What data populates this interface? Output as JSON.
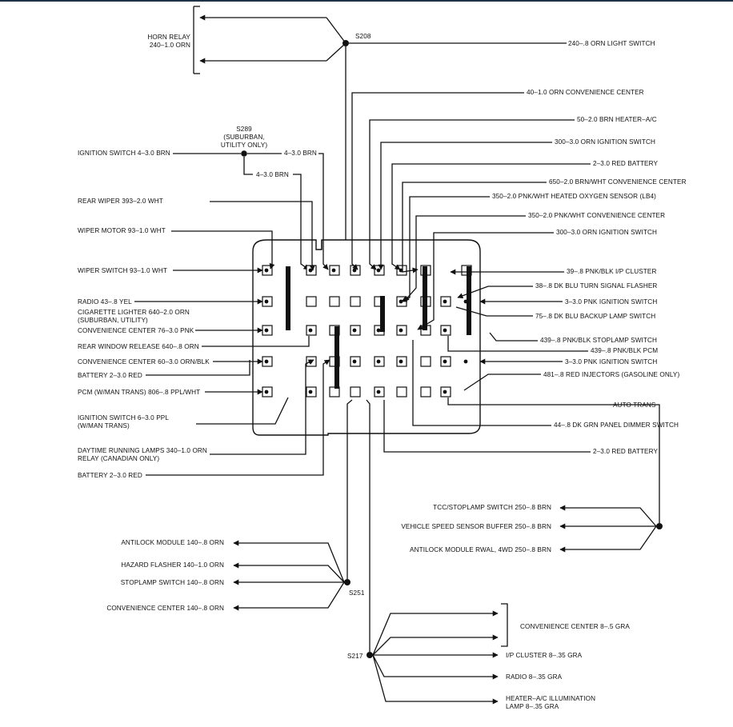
{
  "splices": {
    "s208": "S208",
    "s289": "S289",
    "s289_note_1": "(SUBURBAN,",
    "s289_note_2": "UTILITY ONLY)",
    "s251": "S251",
    "s217": "S217"
  },
  "top_left": {
    "horn_relay_1": "HORN RELAY",
    "horn_relay_2": "240–1.0 ORN",
    "ign_switch": "IGNITION SWITCH 4–3.0 BRN",
    "mid_4_brn_a": "4–3.0 BRN",
    "mid_4_brn_b": "4–3.0 BRN"
  },
  "left_labels": [
    "REAR WIPER 393–2.0 WHT",
    "WIPER MOTOR 93–1.0 WHT",
    "WIPER SWITCH 93–1.0 WHT",
    "RADIO 43–.8 YEL",
    "CIGARETTE LIGHTER 640–2.0 ORN",
    "(SUBURBAN, UTILITY)",
    "CONVENIENCE CENTER 76–3.0 PNK",
    "REAR WINDOW RELEASE 640–.8 ORN",
    "CONVENIENCE CENTER 60–3.0 ORN/BLK",
    "BATTERY 2–3.0 RED",
    "PCM (W/MAN TRANS) 806–.8 PPL/WHT",
    "IGNITION SWITCH 6–3.0 PPL",
    "(W/MAN TRANS)",
    "DAYTIME RUNNING LAMPS 340–1.0 ORN",
    "RELAY (CANADIAN ONLY)",
    "BATTERY 2–3.0 RED"
  ],
  "right_labels": [
    "240–.8 ORN LIGHT SWITCH",
    "40–1.0 ORN CONVENIENCE CENTER",
    "50–2.0 BRN HEATER–A/C",
    "300–3.0 ORN IGNITION SWITCH",
    "2–3.0 RED BATTERY",
    "650–2.0 BRN/WHT CONVENIENCE CENTER",
    "350–2.0 PNK/WHT HEATED OXYGEN SENSOR (LB4)",
    "350–2.0 PNK/WHT CONVENIENCE CENTER",
    "300–3.0 ORN IGNITION SWITCH",
    "39–.8 PNK/BLK I/P CLUSTER",
    "38–.8 DK BLU TURN SIGNAL FLASHER",
    "3–3.0 PNK IGNITION SWITCH",
    "75–.8 DK BLU BACKUP LAMP SWITCH",
    "439–.8 PNK/BLK STOPLAMP SWITCH",
    "439–.8 PNK/BLK PCM",
    "3–3.0 PNK IGNITION SWITCH",
    "481–.8 RED INJECTORS (GASOLINE ONLY)",
    "AUTO TRANS",
    "44–.8 DK GRN PANEL DIMMER SWITCH",
    "2–3.0 RED BATTERY"
  ],
  "auto_trans_branch": [
    "TCC/STOPLAMP SWITCH 250–.8 BRN",
    "VEHICLE SPEED SENSOR BUFFER 250–.8 BRN",
    "ANTILOCK MODULE RWAL, 4WD 250–.8 BRN"
  ],
  "s251_branch": [
    "ANTILOCK MODULE 140–.8 ORN",
    "HAZARD FLASHER 140–1.0 ORN",
    "STOPLAMP SWITCH 140–.8 ORN",
    "CONVENIENCE CENTER 140–.8 ORN"
  ],
  "s217_branch": {
    "conv_center": "CONVENIENCE CENTER 8–.5 GRA",
    "ip_cluster": "I/P CLUSTER 8–.35 GRA",
    "radio": "RADIO 8–.35 GRA",
    "heater_1": "HEATER–A/C  ILLUMINATION",
    "heater_2": "LAMP 8–.35 GRA"
  }
}
